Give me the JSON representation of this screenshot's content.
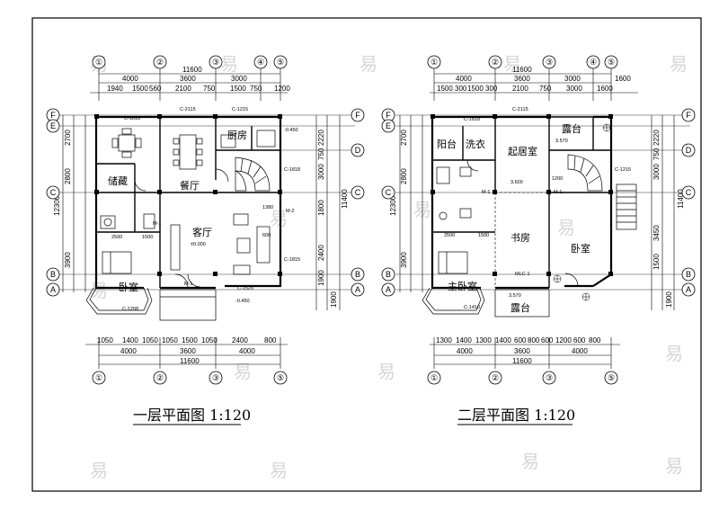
{
  "plans": [
    {
      "title": "一层平面图 1:120",
      "grid_cols": [
        "①",
        "②",
        "③",
        "④",
        "⑤"
      ],
      "grid_rows": [
        "F",
        "E",
        "D",
        "C",
        "B",
        "A"
      ],
      "overall_width": "11600",
      "top_dims_1": [
        "4000",
        "3600",
        "3000"
      ],
      "top_dims_2": [
        "1940",
        "1500",
        "560",
        "2100",
        "750",
        "1500",
        "750",
        "1200"
      ],
      "side_right_1": [
        "2220",
        "750",
        "3000",
        "1800",
        "2400",
        "1900",
        "1900"
      ],
      "side_total": "11400",
      "side_left_1": [
        "2700",
        "2800",
        "3900"
      ],
      "side_left_total": "12300",
      "bottom_dims_1": [
        "1050",
        "1400",
        "1050",
        "1050",
        "1500",
        "1050",
        "2400",
        "800"
      ],
      "bottom_dims_2": [
        "4000",
        "3600",
        "4000"
      ],
      "rooms": [
        "储藏",
        "餐厅",
        "厨房",
        "客厅",
        "卧室"
      ],
      "labels": [
        "±0.000",
        "-0.450",
        "-0.450",
        "2500",
        "1500",
        "1380",
        "600",
        "C-1818",
        "C-2115",
        "C-1215",
        "M-1",
        "M-2",
        "C-1520",
        "C-1815",
        "C-1208",
        "M-1",
        "C-1818"
      ]
    },
    {
      "title": "二层平面图 1:120",
      "grid_cols": [
        "①",
        "②",
        "③",
        "④",
        "⑤"
      ],
      "grid_rows": [
        "F",
        "E",
        "D",
        "C",
        "B",
        "A"
      ],
      "overall_width": "11600",
      "top_dims_1": [
        "4000",
        "3600",
        "3000",
        "1600"
      ],
      "top_dims_2": [
        "1500",
        "300",
        "1500",
        "300",
        "2100",
        "750",
        "3000",
        "1600"
      ],
      "side_right_1": [
        "2220",
        "750",
        "3000",
        "3450",
        "1500",
        "1900"
      ],
      "side_total": "11400",
      "side_left_1": [
        "2700",
        "2800",
        "3900"
      ],
      "side_left_total": "12300",
      "bottom_dims_1": [
        "1300",
        "1400",
        "1300",
        "1400",
        "600",
        "800",
        "600",
        "1200",
        "600",
        "800"
      ],
      "bottom_dims_2": [
        "4000",
        "3600",
        "4000"
      ],
      "rooms": [
        "阳台",
        "洗衣",
        "起居室",
        "露台",
        "卧室",
        "书房",
        "主卧室",
        "露台"
      ],
      "labels": [
        "3.570",
        "3.600",
        "3.570",
        "2500",
        "1500",
        "1200",
        "C-1818",
        "C-2115",
        "C-1215",
        "M-1",
        "MLC-1",
        "C-1410",
        "M-1"
      ]
    }
  ],
  "watermark": "易"
}
